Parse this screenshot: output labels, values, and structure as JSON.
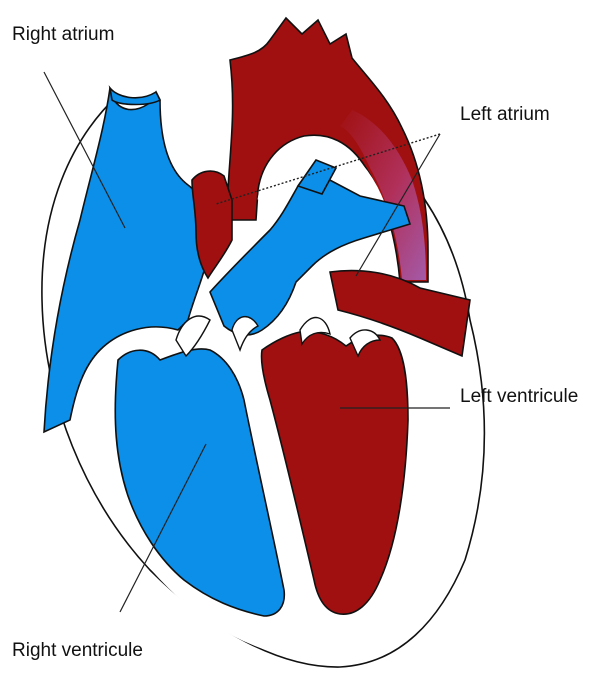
{
  "labels": {
    "right_atrium": "Right atrium",
    "left_atrium": "Left atrium",
    "left_ventricle": "Left ventricule",
    "right_ventricle": "Right ventricule"
  },
  "colors": {
    "deoxygenated": "#0b8fe8",
    "oxygenated": "#a01010",
    "aorta_highlight": "#b0457e",
    "outline": "#111111",
    "background": "#ffffff"
  }
}
